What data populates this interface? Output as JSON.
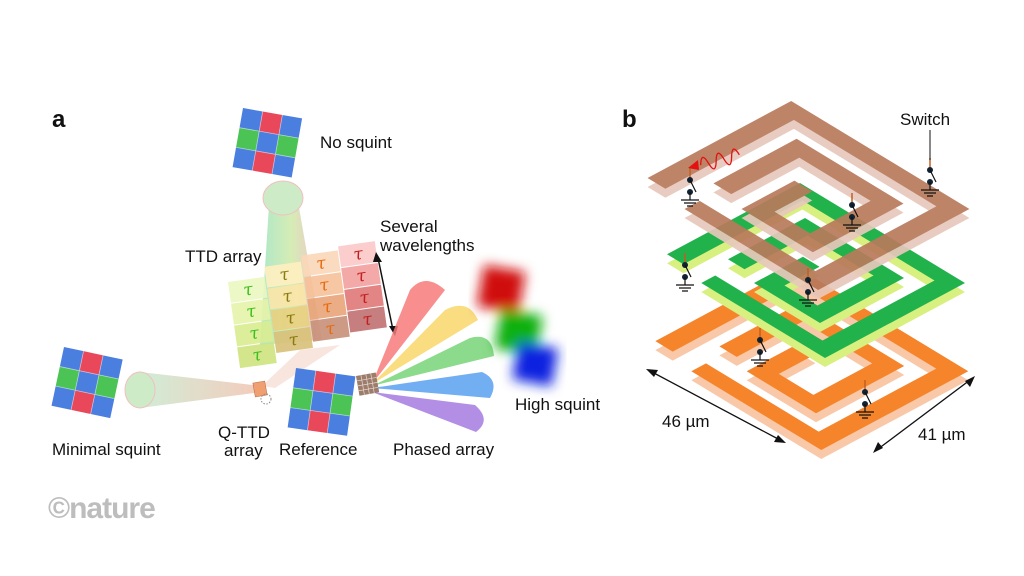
{
  "panel_a": {
    "label": "a",
    "no_squint": "No squint",
    "ttd_array": "TTD array",
    "several_wavelengths_1": "Several",
    "several_wavelengths_2": "wavelengths",
    "minimal_squint": "Minimal squint",
    "q_ttd_1": "Q-TTD",
    "q_ttd_2": "array",
    "reference": "Reference",
    "phased_array": "Phased array",
    "high_squint": "High squint",
    "tau_symbol": "τ"
  },
  "panel_b": {
    "label": "b",
    "switch": "Switch",
    "dim_46": "46 µm",
    "dim_41": "41 µm"
  },
  "logo": "©nature",
  "colors": {
    "blue": "#4a7fe0",
    "red": "#e8485a",
    "green": "#4cc455",
    "brown": "#b87a5c",
    "layer_green": "#22b24c",
    "orange": "#f5842a"
  }
}
